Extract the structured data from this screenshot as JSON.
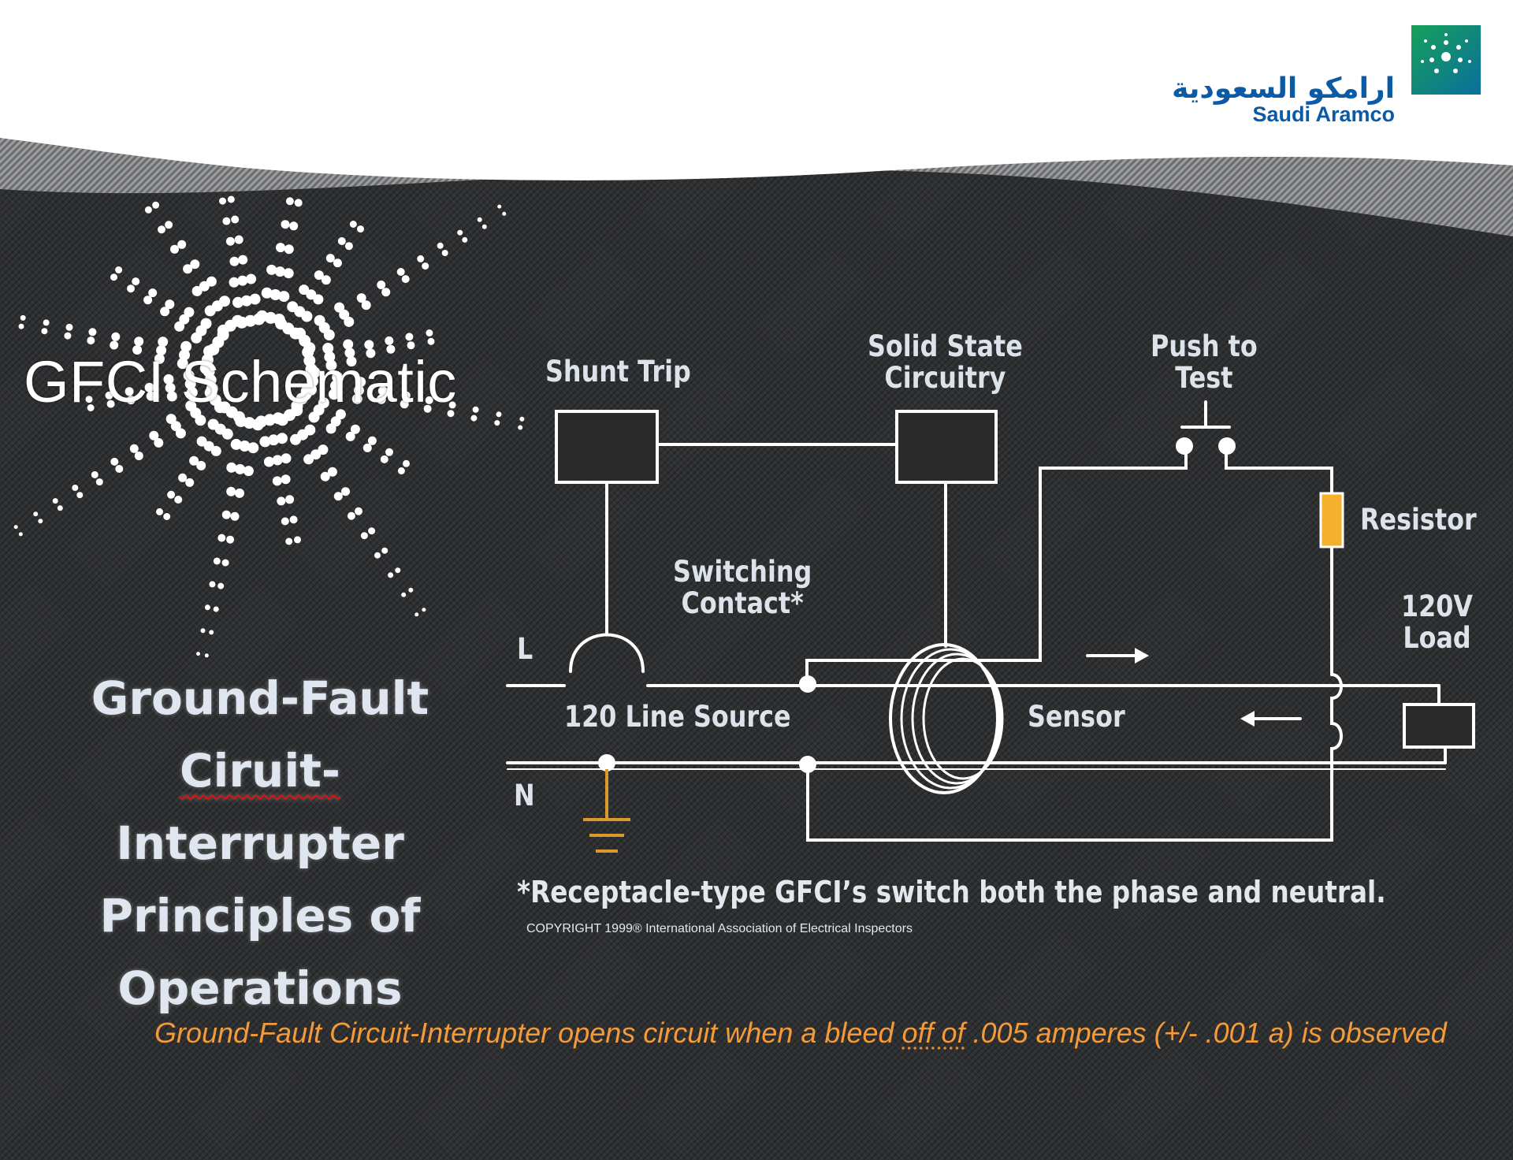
{
  "logo": {
    "arabic": "ارامكو السعودية",
    "english": "Saudi Aramco",
    "colors": {
      "text": "#0a5aa5",
      "mark_start": "#17a05a",
      "mark_end": "#0a6f9c"
    }
  },
  "slide": {
    "title": "GFCI Schematic",
    "subtitle_lines": [
      "Ground-Fault",
      "Ciruit-",
      "Interrupter",
      "Principles of",
      "Operations"
    ],
    "bottom_note_prefix": "Ground-Fault Circuit-Interrupter opens circuit when a bleed ",
    "bottom_note_underlined": "off of",
    "bottom_note_suffix": " .005 amperes (+/- .001 a) is observed"
  },
  "diagram": {
    "labels": {
      "shunt_trip": "Shunt Trip",
      "solid_state_1": "Solid State",
      "solid_state_2": "Circuitry",
      "push_to_1": "Push to",
      "push_to_2": "Test",
      "resistor": "Resistor",
      "switching_1": "Switching",
      "switching_2": "Contact*",
      "load_1": "120V",
      "load_2": "Load",
      "line": "L",
      "neutral": "N",
      "line_source": "120 Line Source",
      "sensor": "Sensor"
    },
    "footnote": "*Receptacle-type GFCI’s switch both the phase and neutral.",
    "copyright": "COPYRIGHT 1999® International Association of Electrical Inspectors",
    "colors": {
      "wire": "#ffffff",
      "resistor": "#f5b02e",
      "ground": "#d89a2a",
      "box_fill": "#2b2b2b"
    }
  }
}
